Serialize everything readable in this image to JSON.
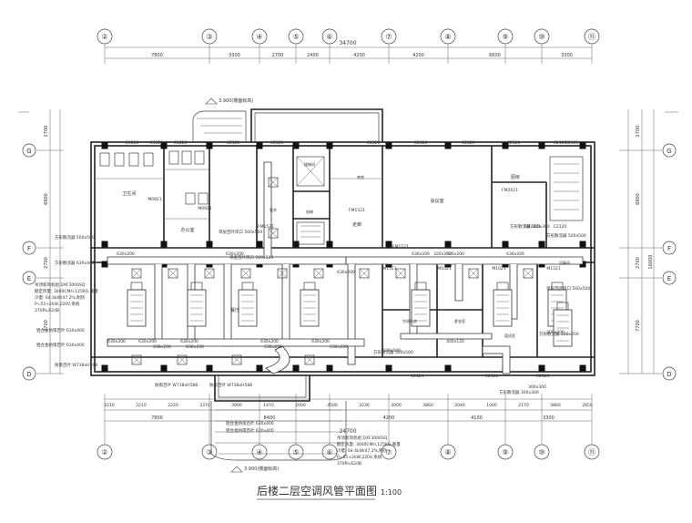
{
  "title": {
    "text": "后楼二层空调风管平面图",
    "scale": "1:100"
  },
  "axes": {
    "top": [
      "②",
      "③",
      "④",
      "⑤",
      "⑥",
      "⑦",
      "⑧",
      "⑨",
      "⑩",
      "⑪"
    ],
    "left": [
      "G",
      "F",
      "E",
      "D"
    ],
    "right": [
      "G",
      "F",
      "E",
      "D"
    ]
  },
  "dims": {
    "total": "34700",
    "top_segments": [
      "7800",
      "3300",
      "2700",
      "2400",
      "4200",
      "4200",
      "6600",
      "3300"
    ],
    "bottom_segments": [
      "7800",
      "8400",
      "4200",
      "4100",
      "3300"
    ],
    "bottom_detail": [
      "2210",
      "2210",
      "2220",
      "3370",
      "3900",
      "1470",
      "2000",
      "4500",
      "3230",
      "4000",
      "3860",
      "2040",
      "1000",
      "2170",
      "3860",
      "2850"
    ],
    "bottom_total": "34700",
    "left": [
      "2700",
      "6900",
      "2700",
      "7700"
    ],
    "right": [
      "2700",
      "6900",
      "2700",
      "7700",
      "16000"
    ]
  },
  "labels": {
    "elev_top": "3.900(楼面标高)",
    "elev_bottom": "3.900(楼面标高)",
    "ahu_spec_left": [
      "吊顶新风机组 DXF3000SQ",
      "额定风量: 3000CMH,125KG,重量",
      "冷量: 64.4kW/47.2%,制热",
      "P=55+2kW,220V,系统",
      "370Pa,62dB"
    ],
    "ahu_spec_bottom": [
      "吊顶新风机组 DXF3000SQ",
      "额定风量: 3000CMH,125KG,重量",
      "冷量: 64.4kW/47.2%,制热",
      "P=55+2kW,220V,系统",
      "370Pa,62dB"
    ],
    "notes": [
      "方形散流器 500x500",
      "方形散流器 630x400",
      "防雨百叶 W738xH588",
      "防雨百叶 W738xH588",
      "防雨百叶 W738xH588",
      "铝合金防雨百叶 630x400",
      "铝合金防雨百叶 630x400",
      "铝合金防雨百叶 630x400",
      "铝合金防雨百叶 630x400",
      "单层百叶风口 500x500",
      "单层百叶风口 500x500",
      "单层百叶风口 500x500",
      "方形散流器 300x300",
      "方形散流器 500x500",
      "方形散流器 200x200",
      "方形散流器 300x300",
      "方形散流器 500x500"
    ],
    "ducts": [
      "630x200",
      "630x200",
      "630x200",
      "630x200",
      "630x200",
      "630x200",
      "630x200",
      "630x200",
      "630x200",
      "630x200",
      "630x200",
      "630x200",
      "630x200",
      "630x200",
      "320x200",
      "630x200",
      "400x120",
      "200x200",
      "300x300",
      "500x500"
    ],
    "rooms": [
      "卫生间",
      "办公室",
      "会议室",
      "餐厅",
      "厨房",
      "走廊",
      "楼梯间",
      "电梯",
      "库房",
      "管井",
      "空调机房",
      "更衣室",
      "值班室",
      "设备间"
    ],
    "doors": [
      "C1220",
      "C1220",
      "C1220",
      "C2120",
      "C2120",
      "C1520",
      "C2120",
      "C2120",
      "C2120",
      "C2120",
      "C2105",
      "M0921",
      "M0921",
      "FM1521",
      "FM1521",
      "M1521",
      "M1021",
      "M1021",
      "M1521",
      "FM2021",
      "C2324",
      "C2324",
      "C2324",
      "FMZ021",
      "C2120",
      "FM1521"
    ]
  }
}
